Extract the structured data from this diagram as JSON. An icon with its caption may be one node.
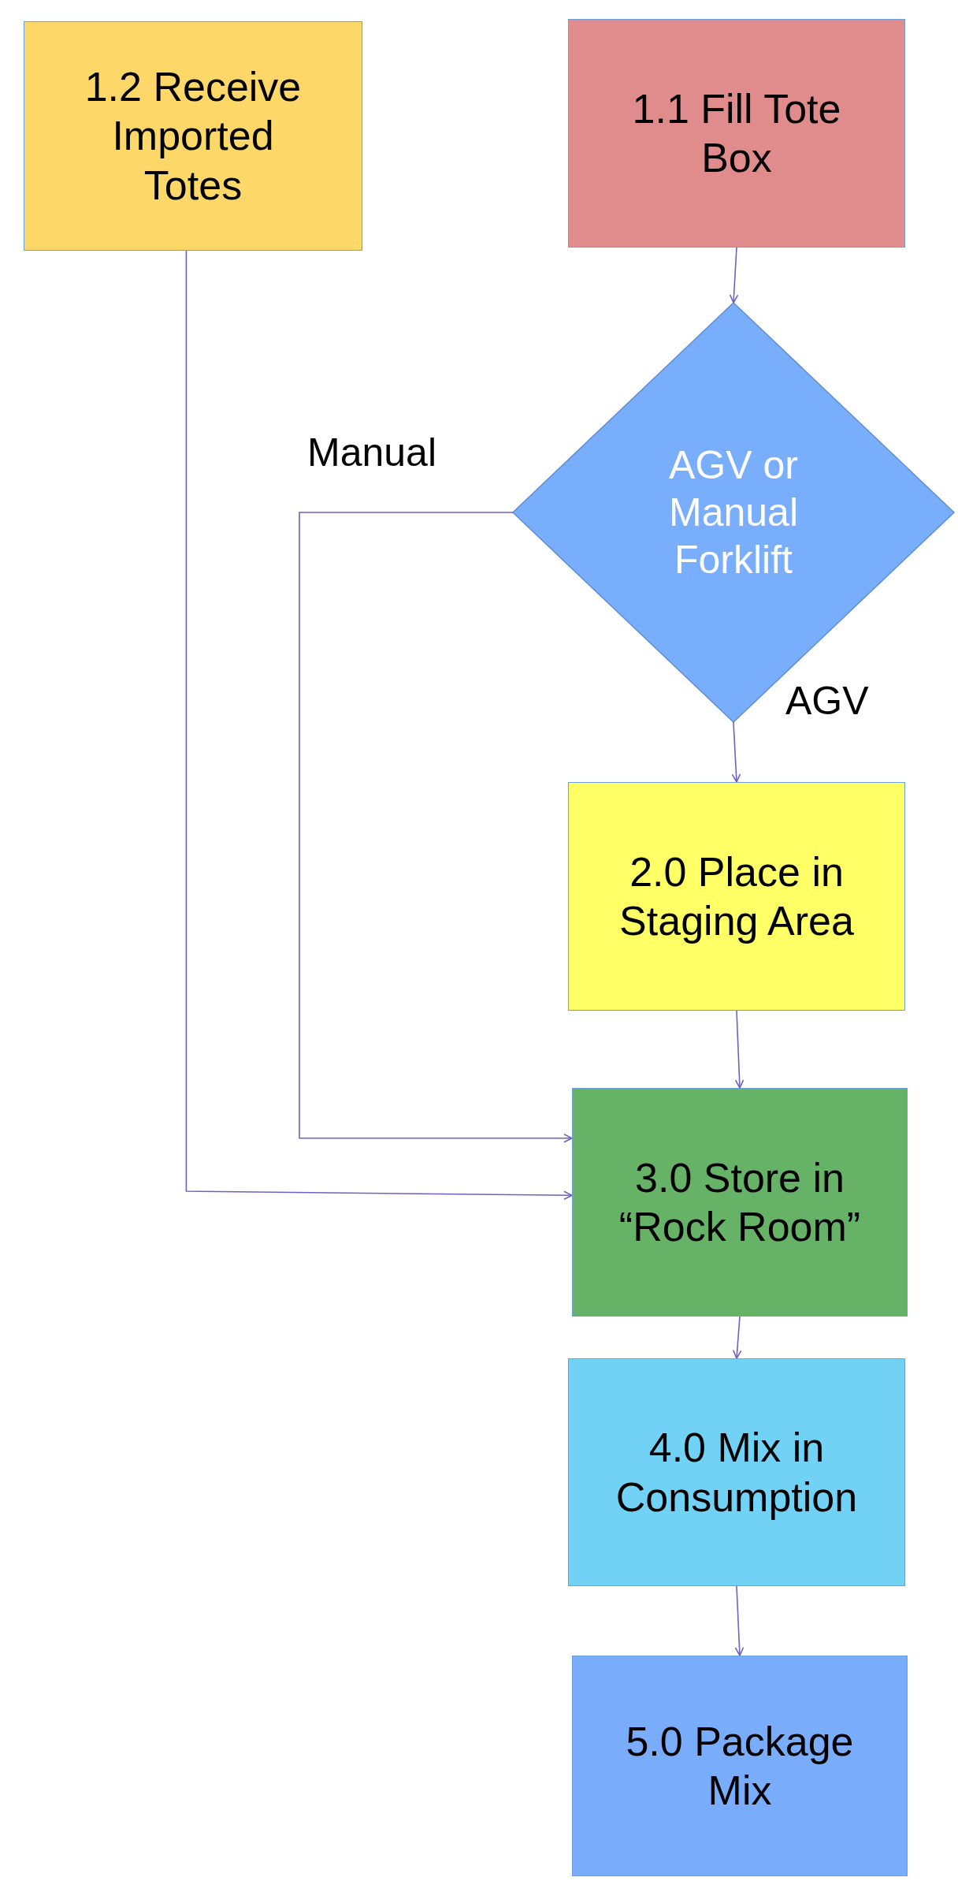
{
  "diagram": {
    "nodes": [
      {
        "text": [
          "1.2 Receive Imported Totes"
        ]
      },
      {
        "text": [
          "1.1 Fill Tote Box"
        ]
      },
      {
        "text": [
          "AGV or Manual Forklift"
        ]
      },
      {
        "text": [
          "2.0 Place in Staging Area"
        ]
      },
      {
        "text": [
          "3.0 Store in “Rock Room”"
        ]
      },
      {
        "text": [
          "4.0 Mix in Consumption"
        ]
      },
      {
        "text": [
          "5.0 Package Mix"
        ]
      }
    ],
    "edges": [
      {
        "from": 1,
        "to": 2,
        "arrow": "to"
      },
      {
        "from": 2,
        "to": 3,
        "arrow": "to",
        "label": "AGV"
      },
      {
        "from": 2,
        "to": 4,
        "arrow": "to",
        "label": "Manual"
      },
      {
        "from": 0,
        "to": 4,
        "arrow": "to"
      },
      {
        "from": 3,
        "to": 4,
        "arrow": "to"
      },
      {
        "from": 4,
        "to": 5,
        "arrow": "to"
      },
      {
        "from": 5,
        "to": 6,
        "arrow": "to"
      }
    ]
  }
}
